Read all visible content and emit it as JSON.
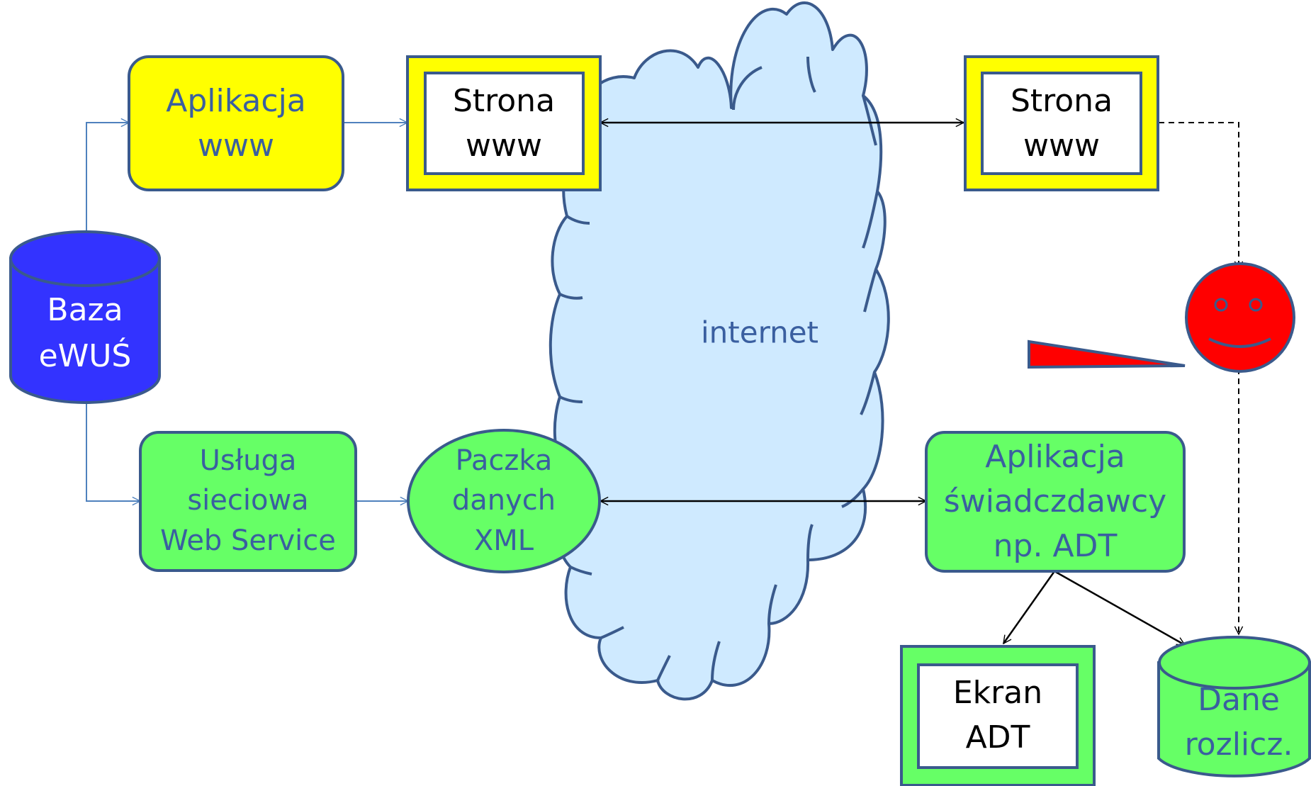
{
  "colors": {
    "outline": "#3a5a8c",
    "yellow": "#ffff00",
    "green": "#66ff66",
    "db_blue": "#3333ff",
    "cloud": "#cfeaff",
    "face": "#ff0000",
    "link_blue": "#4f81bd"
  },
  "nodes": {
    "baza": {
      "line1": "Baza",
      "line2": "eWUŚ"
    },
    "aplikacja_www": {
      "line1": "Aplikacja",
      "line2": "www"
    },
    "strona_left": {
      "line1": "Strona",
      "line2": "www"
    },
    "strona_right": {
      "line1": "Strona",
      "line2": "www"
    },
    "internet": {
      "label": "internet"
    },
    "usluga": {
      "line1": "Usługa",
      "line2": "sieciowa",
      "line3": "Web Service"
    },
    "paczka": {
      "line1": "Paczka",
      "line2": "danych",
      "line3": "XML"
    },
    "aplikacja_swiad": {
      "line1": "Aplikacja",
      "line2": "świadczdawcy",
      "line3": "np. ADT"
    },
    "ekran": {
      "line1": "Ekran",
      "line2": "ADT"
    },
    "dane": {
      "line1": "Dane",
      "line2": "rozlicz."
    }
  },
  "icons": {
    "user": "smiley-face-icon",
    "pointer": "red-wedge-shape"
  }
}
